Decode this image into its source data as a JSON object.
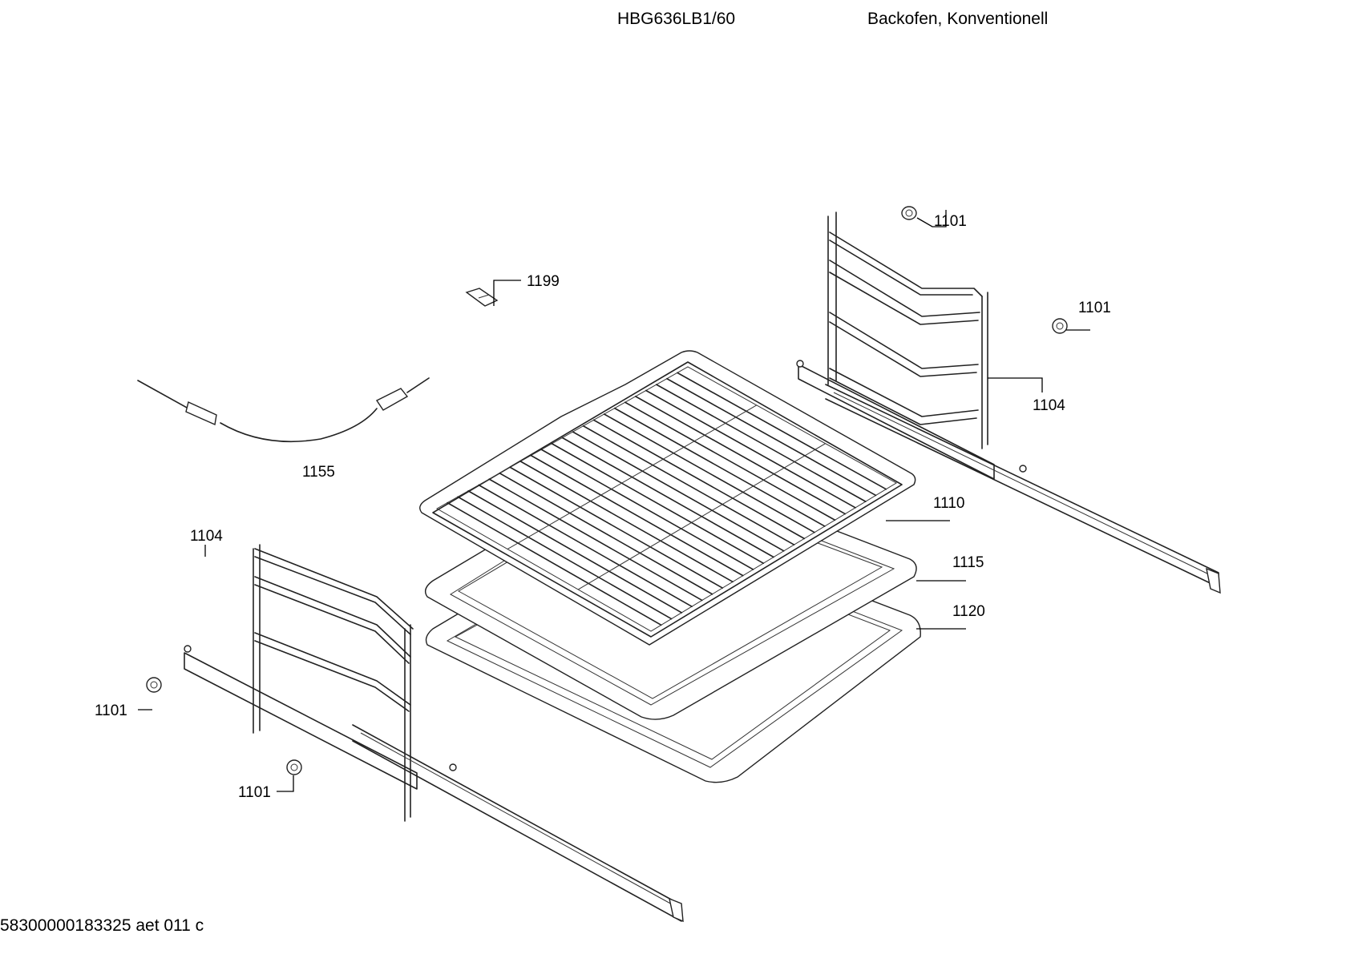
{
  "header": {
    "model": "HBG636LB1/60",
    "description": "Backofen, Konventionell"
  },
  "footer": {
    "code": "58300000183325 aet 011 c"
  },
  "labels": {
    "p1101_top": "1101",
    "p1101_right": "1101",
    "p1101_left": "1101",
    "p1101_bottom": "1101",
    "p1199": "1199",
    "p1104_right": "1104",
    "p1104_left": "1104",
    "p1155": "1155",
    "p1110": "1110",
    "p1115": "1115",
    "p1120": "1120"
  }
}
